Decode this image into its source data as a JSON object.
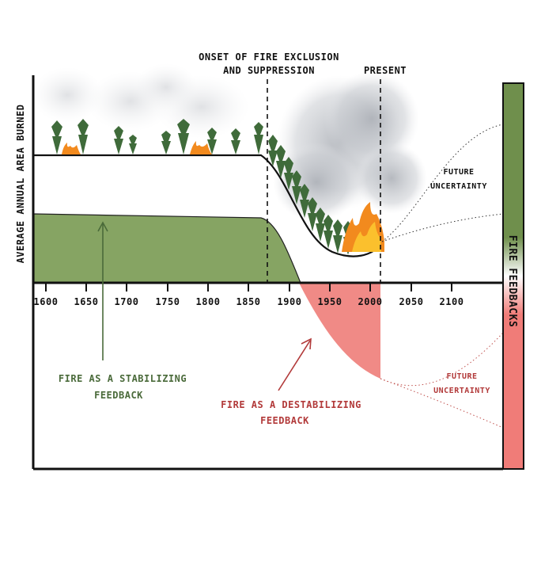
{
  "annotations": {
    "onset_line1": "ONSET OF FIRE EXCLUSION",
    "onset_line2": "AND SUPPRESSION",
    "present": "PRESENT",
    "future_top_line1": "FUTURE",
    "future_top_line2": "UNCERTAINTY",
    "future_bottom_line1": "FUTURE",
    "future_bottom_line2": "UNCERTAINTY",
    "stabilizing_line1": "FIRE AS A STABILIZING",
    "stabilizing_line2": "FEEDBACK",
    "destabilizing_line1": "FIRE AS A DESTABILIZING",
    "destabilizing_line2": "FEEDBACK"
  },
  "axis": {
    "y_label": "AVERAGE ANNUAL AREA BURNED",
    "right_label": "FIRE FEEDBACKS",
    "ticks": [
      "1600",
      "1650",
      "1700",
      "1750",
      "1800",
      "1850",
      "1900",
      "1950",
      "2000",
      "2050",
      "2100"
    ]
  },
  "colors": {
    "stabilizing_green": "#86a463",
    "destabilizing_red": "#f08a86",
    "text_green": "#4a6a3a",
    "text_red": "#b23a3a",
    "tree": "#3f6b3a",
    "flame": "#f28a1e",
    "smoke": "#b9bcc2"
  }
}
